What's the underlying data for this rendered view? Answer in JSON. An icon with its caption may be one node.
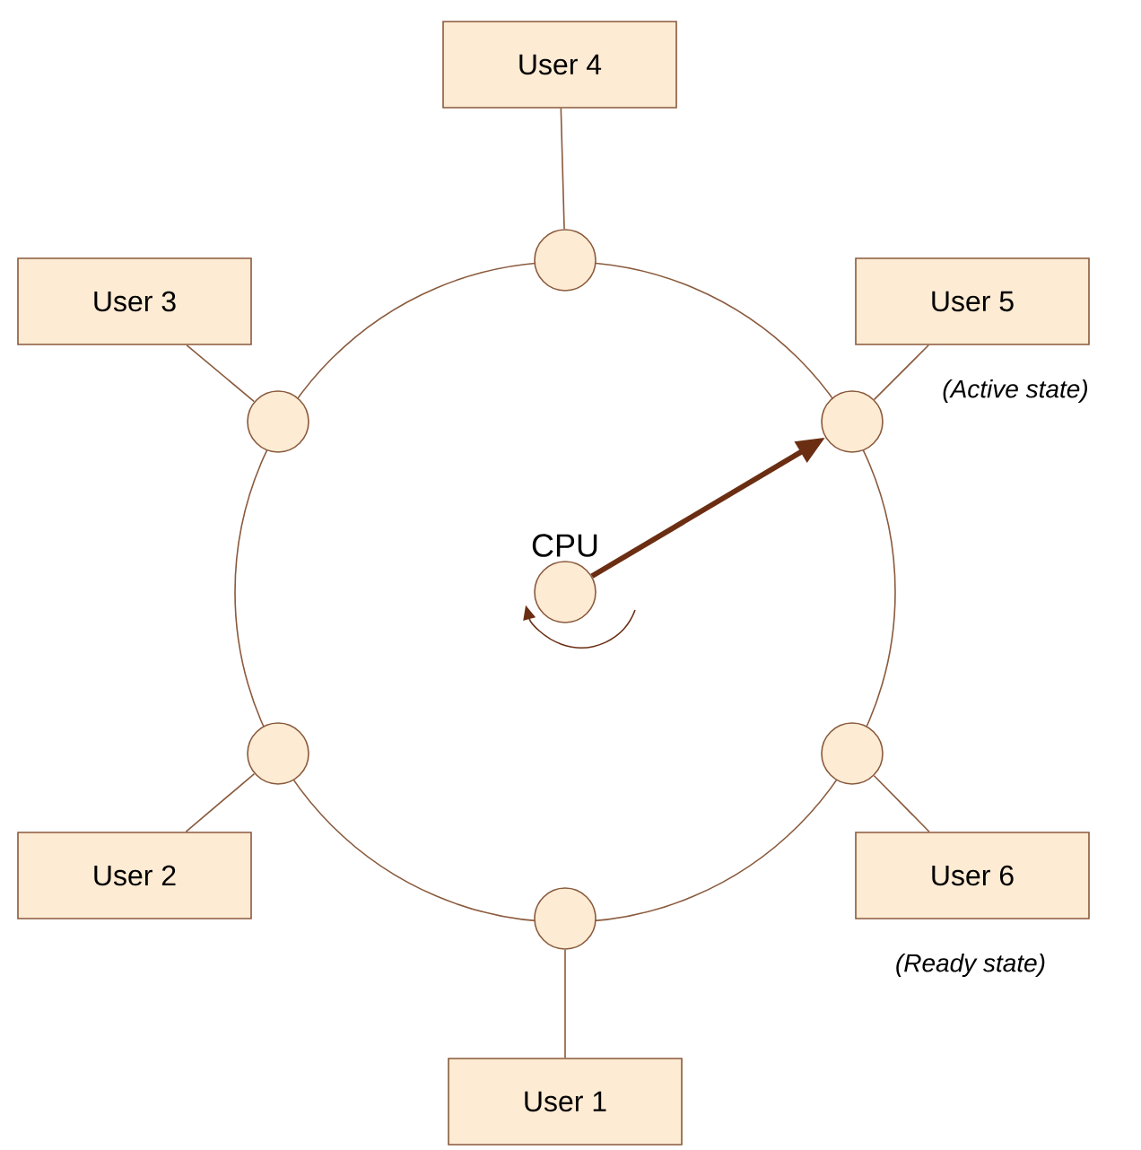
{
  "diagram": {
    "nodes": [
      {
        "text": [
          "User 4"
        ]
      },
      {
        "text": [
          "User 3"
        ]
      },
      {
        "text": [
          "User 5"
        ],
        "beside": [
          "(Active state)"
        ]
      },
      {
        "text": [
          "User 2"
        ]
      },
      {
        "text": [
          "User 6"
        ],
        "beside": [
          "(Ready state)"
        ]
      },
      {
        "text": [
          "User 1"
        ]
      },
      {
        "text": [
          "CPU"
        ]
      },
      {
        "text": [],
        "shape": "circle"
      },
      {
        "text": [],
        "shape": "circle"
      },
      {
        "text": [],
        "shape": "circle"
      },
      {
        "text": [],
        "shape": "circle"
      },
      {
        "text": [],
        "shape": "circle"
      },
      {
        "text": [],
        "shape": "circle"
      }
    ],
    "edges": [
      {
        "from": 0,
        "to": 7,
        "arrow": "none"
      },
      {
        "from": 1,
        "to": 8,
        "arrow": "none"
      },
      {
        "from": 2,
        "to": 9,
        "arrow": "none"
      },
      {
        "from": 3,
        "to": 10,
        "arrow": "none"
      },
      {
        "from": 4,
        "to": 11,
        "arrow": "none"
      },
      {
        "from": 5,
        "to": 12,
        "arrow": "none"
      },
      {
        "from": 6,
        "to": 9,
        "arrow": "to",
        "style": "thick",
        "color": "#6b2e12"
      }
    ]
  }
}
